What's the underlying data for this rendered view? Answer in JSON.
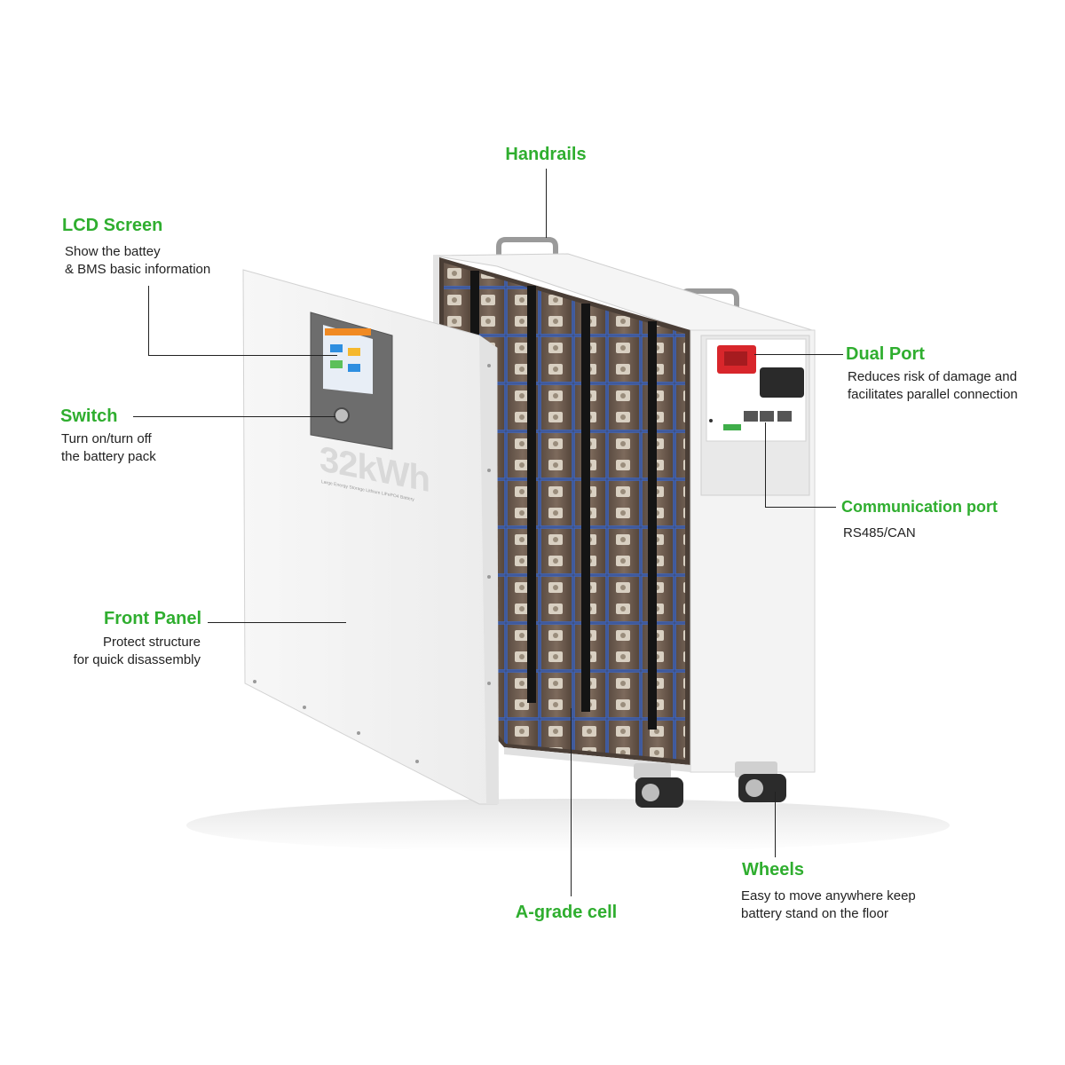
{
  "colors": {
    "accent": "#2fae2f",
    "text": "#222222",
    "panel": "#f4f4f4",
    "cell": "#6a5a4e",
    "port_red": "#d8262b"
  },
  "product": {
    "capacity_label": "32kWh",
    "panel_subtitle": "Large Energy Storage Lithium LiFePO4 Battery"
  },
  "callouts": {
    "handrails": {
      "title": "Handrails"
    },
    "lcd": {
      "title": "LCD Screen",
      "line1": "Show the battey",
      "line2": "& BMS basic information"
    },
    "switch": {
      "title": "Switch",
      "line1": "Turn on/turn off",
      "line2": "the battery pack"
    },
    "front_panel": {
      "title": "Front Panel",
      "line1": "Protect structure",
      "line2": "for quick disassembly"
    },
    "dual_port": {
      "title": "Dual Port",
      "line1": "Reduces risk of damage and",
      "line2": "facilitates parallel connection"
    },
    "comm_port": {
      "title": "Communication port",
      "line1": "RS485/CAN"
    },
    "cell": {
      "title": "A-grade cell"
    },
    "wheels": {
      "title": "Wheels",
      "line1": "Easy to move anywhere keep",
      "line2": "battery stand on the floor"
    }
  }
}
